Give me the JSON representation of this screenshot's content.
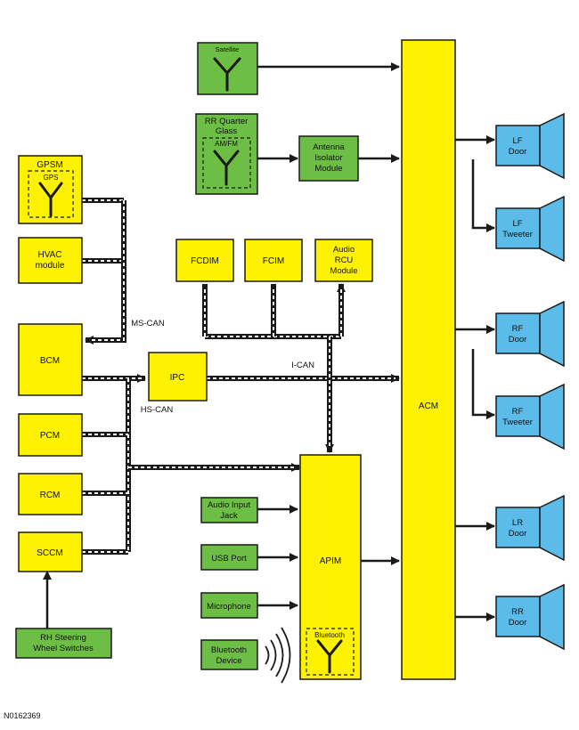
{
  "colors": {
    "module": "#FFF200",
    "input": "#6DBE45",
    "speaker": "#5BBCEA",
    "stroke": "#1a1a1a"
  },
  "modules": {
    "gpsm": "GPSM",
    "gps": "GPS",
    "hvac": [
      "HVAC",
      "module"
    ],
    "bcm": "BCM",
    "pcm": "PCM",
    "rcm": "RCM",
    "sccm": "SCCM",
    "ipc": "IPC",
    "fcdim": "FCDIM",
    "fcim": "FCIM",
    "audio_rcu": [
      "Audio",
      "RCU",
      "Module"
    ],
    "antenna_isolator": [
      "Antenna",
      "Isolator",
      "Module"
    ],
    "apim": "APIM",
    "bluetooth_antenna": "Bluetooth",
    "acm": "ACM"
  },
  "inputs": {
    "satellite": "Satellite",
    "rr_quarter_glass": [
      "RR Quarter",
      "Glass"
    ],
    "am_fm": "AM/FM",
    "audio_input_jack": [
      "Audio Input",
      "Jack"
    ],
    "usb_port": "USB Port",
    "microphone": "Microphone",
    "bluetooth_device": [
      "Bluetooth",
      "Device"
    ],
    "steering_switches": [
      "RH Steering",
      "Wheel Switches"
    ]
  },
  "speakers": {
    "lf_door": [
      "LF",
      "Door"
    ],
    "lf_tweeter": [
      "LF",
      "Tweeter"
    ],
    "rf_door": [
      "RF",
      "Door"
    ],
    "rf_tweeter": [
      "RF",
      "Tweeter"
    ],
    "lr_door": [
      "LR",
      "Door"
    ],
    "rr_door": [
      "RR",
      "Door"
    ]
  },
  "networks": {
    "ms_can": "MS-CAN",
    "hs_can": "HS-CAN",
    "i_can": "I-CAN"
  },
  "figure_id": "N0162369",
  "icons": [
    "antenna-icon",
    "speaker-icon",
    "bluetooth-waves-icon"
  ]
}
